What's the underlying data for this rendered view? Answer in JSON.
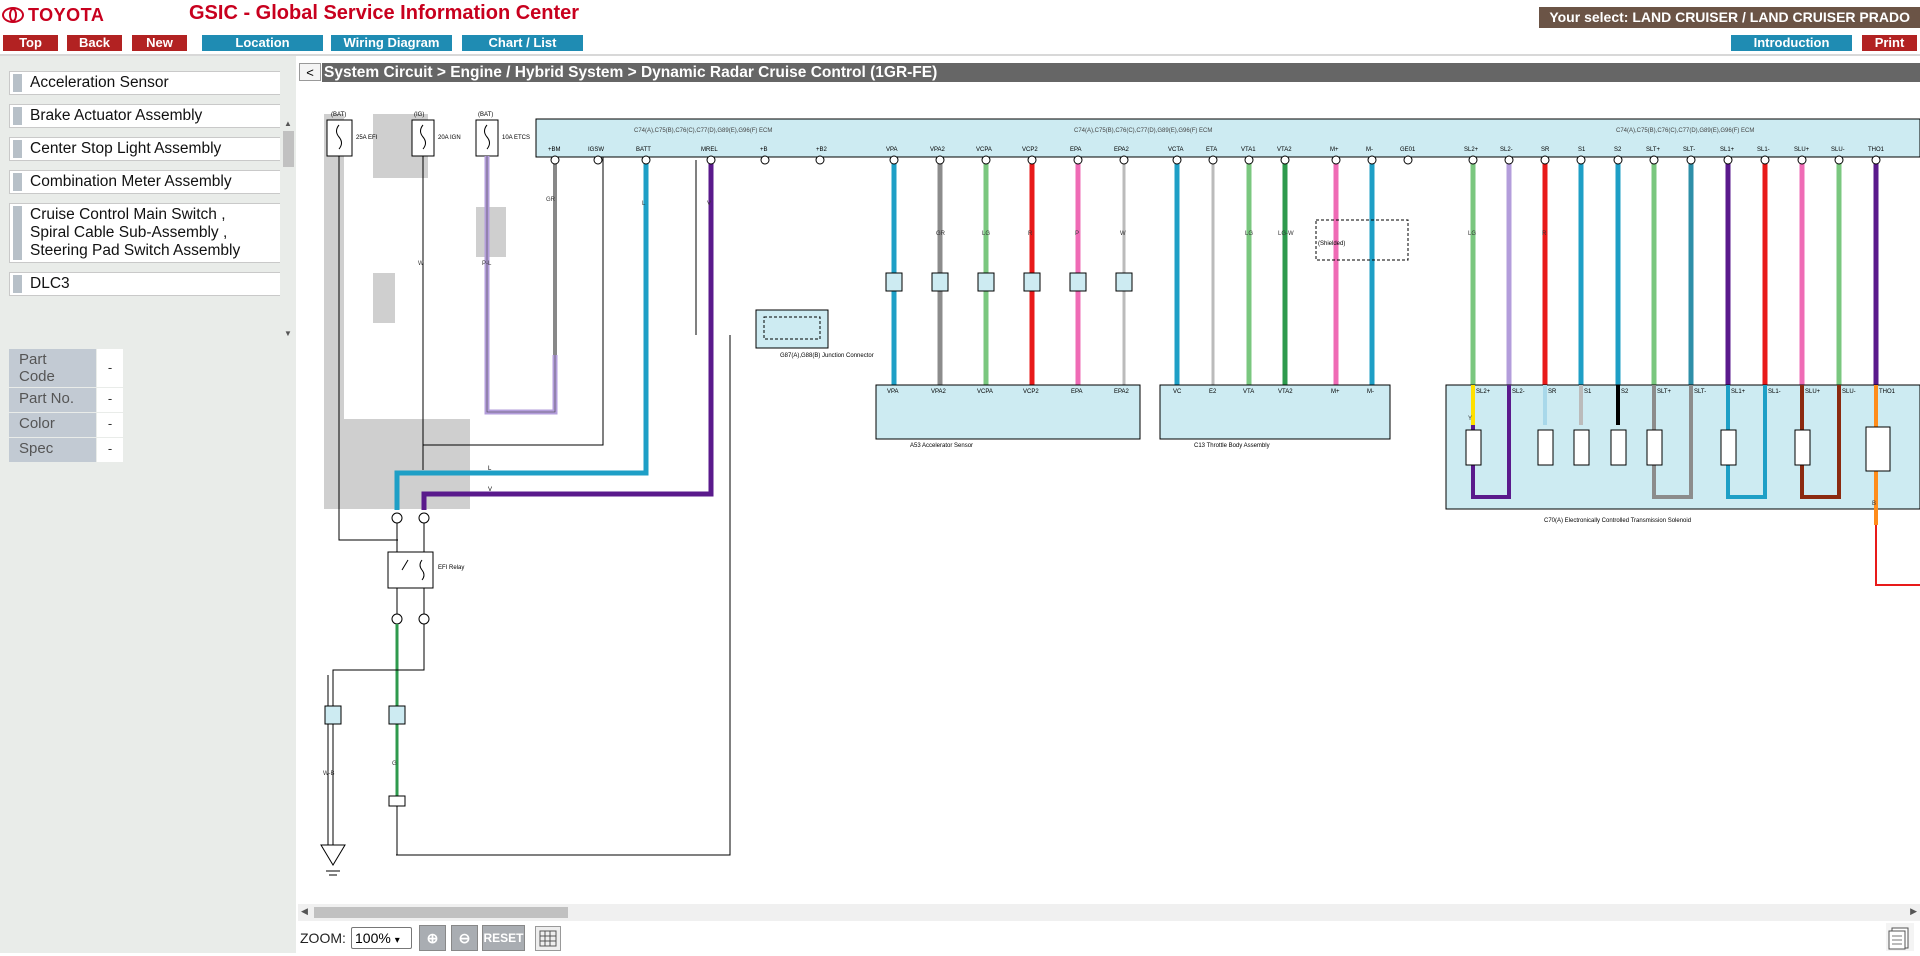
{
  "header": {
    "logo_text": "TOYOTA",
    "app_title": "GSIC - Global Service Information Center",
    "vehicle_select": "Your select: LAND CRUISER / LAND CRUISER PRADO",
    "nav": {
      "top": "Top",
      "back": "Back",
      "new": "New",
      "location": "Location",
      "wiring_diagram": "Wiring Diagram",
      "chart_list": "Chart / List",
      "introduction": "Introduction",
      "print": "Print"
    }
  },
  "left_panel": {
    "parts": [
      {
        "label": "Acceleration Sensor"
      },
      {
        "label": "Brake Actuator Assembly"
      },
      {
        "label": "Center Stop Light Assembly"
      },
      {
        "label": "Combination Meter Assembly"
      },
      {
        "label": "Cruise Control Main Switch ,\nSpiral Cable Sub-Assembly ,\nSteering Pad Switch Assembly"
      },
      {
        "label": "DLC3"
      }
    ],
    "props": [
      {
        "label": "Part\nCode",
        "value": "-"
      },
      {
        "label": "Part No.",
        "value": "-"
      },
      {
        "label": "Color",
        "value": "-"
      },
      {
        "label": "Spec",
        "value": "-"
      }
    ]
  },
  "main": {
    "collapse_label": "<",
    "breadcrumb": "System Circuit > Engine / Hybrid System > Dynamic Radar Cruise Control (1GR-FE)",
    "diagram": {
      "fuses": [
        {
          "bus": "(BAT)",
          "label": "25A EFI"
        },
        {
          "bus": "(IG)",
          "label": "20A IGN"
        },
        {
          "bus": "(BAT)",
          "label": "10A ETCS"
        }
      ],
      "ecm_block_labels": [
        "C74(A),C75(B),C76(C),C77(D),G89(E),G96(F) ECM",
        "C74(A),C75(B),C76(C),C77(D),G89(E),G96(F) ECM",
        "C74(A),C75(B),C76(C),C77(D),G89(E),G96(F) ECM"
      ],
      "ecm_pins": [
        "+BM",
        "IGSW",
        "BATT",
        "MREL",
        "+B",
        "+B2",
        "VPA",
        "VPA2",
        "VCPA",
        "VCP2",
        "EPA",
        "EPA2",
        "VCTA",
        "ETA",
        "VTA1",
        "VTA2",
        "M+",
        "M-",
        "GE01",
        "SL2+",
        "SL2-",
        "SR",
        "S1",
        "S2",
        "SLT+",
        "SLT-",
        "SL1+",
        "SL1-",
        "SLU+",
        "SLU-",
        "THO1"
      ],
      "component_labels": {
        "accel_sensor": "A53 Accelerator Sensor",
        "throttle_body": "C13 Throttle Body Assembly",
        "trans_solenoid": "C70(A) Electronically Controlled Transmission Solenoid",
        "efi_relay": "EFI Relay",
        "junction_connector": "G87(A),G88(B) Junction Connector",
        "shielded": "(Shielded)"
      },
      "accel_pins": [
        "VPA",
        "VPA2",
        "VCPA",
        "VCP2",
        "EPA",
        "EPA2"
      ],
      "throttle_pins": [
        "VC",
        "E2",
        "VTA",
        "VTA2",
        "M+",
        "M-"
      ],
      "solenoid_pins": [
        "SL2+",
        "SL2-",
        "SR",
        "S1",
        "S2",
        "SLT+",
        "SLT-",
        "SL1+",
        "SL1-",
        "SLU+",
        "SLU-",
        "THO1"
      ],
      "wire_letters": {
        "gr": "GR",
        "b": "B",
        "l": "L",
        "v": "V",
        "w": "W",
        "g": "G",
        "r": "R",
        "p": "P",
        "lg": "LG",
        "y": "Y",
        "lgw": "LG-W",
        "pl": "P-L",
        "wb": "W-B"
      }
    }
  },
  "zoom": {
    "label": "ZOOM:",
    "value": "100%",
    "reset": "RESET"
  }
}
